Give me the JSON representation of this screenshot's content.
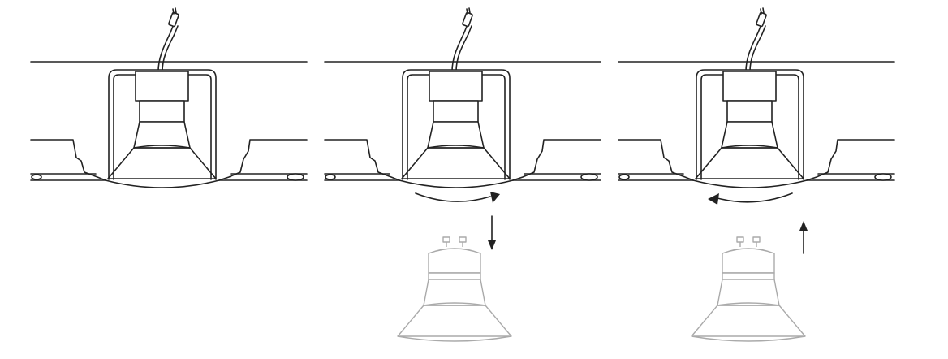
{
  "figure": {
    "panels": [
      {
        "id": "installed",
        "arrows": []
      },
      {
        "id": "remove",
        "arrows": [
          "rotate-clockwise",
          "pull-down"
        ]
      },
      {
        "id": "insert",
        "arrows": [
          "rotate-counterclockwise",
          "push-up"
        ]
      }
    ],
    "colors": {
      "line": "#222222",
      "detached_bulb": "#aaaaaa",
      "background": "#ffffff"
    },
    "icons": [
      "wire-cable",
      "lamp-socket",
      "spot-bulb",
      "mounting-bracket",
      "ceiling-panel"
    ]
  }
}
